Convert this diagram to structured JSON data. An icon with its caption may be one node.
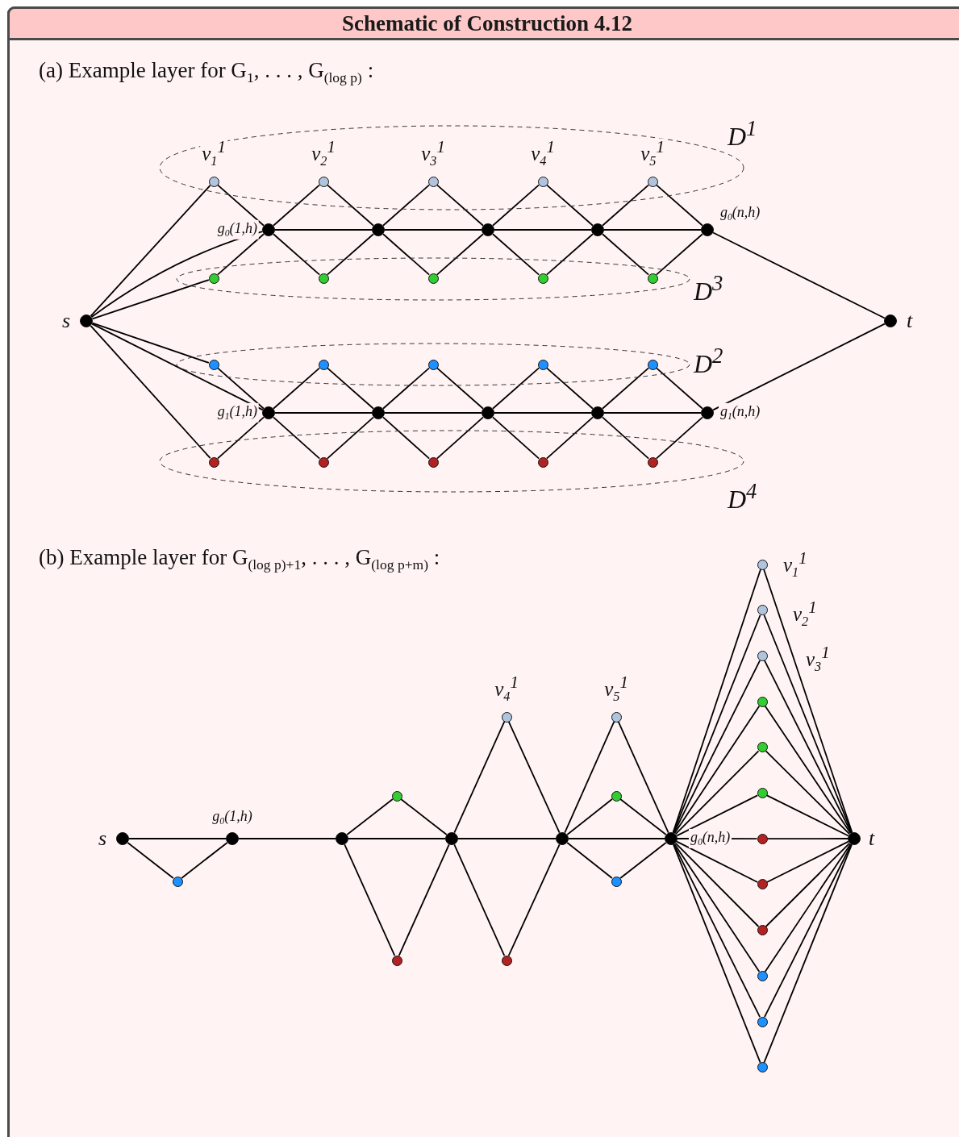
{
  "diagram": {
    "title": "Schematic of Construction 4.12",
    "nodes": [
      {
        "text": [
          "D$^{1}$"
        ]
      },
      {
        "text": [],
        "shape": "circle",
        "in": 0,
        "beside": [
          "v$_{1}$$^{1}$"
        ]
      },
      {
        "text": [],
        "shape": "circle",
        "in": 0,
        "beside": [
          "v$_{2}$$^{1}$"
        ]
      },
      {
        "text": [],
        "shape": "circle",
        "in": 0,
        "beside": [
          "v$_{3}$$^{1}$"
        ]
      },
      {
        "text": [],
        "shape": "circle",
        "in": 0,
        "beside": [
          "v$_{4}$$^{1}$"
        ]
      },
      {
        "text": [],
        "shape": "circle",
        "in": 0,
        "beside": [
          "v$_{5}$$^{1}$"
        ]
      },
      {
        "text": [],
        "shape": "circle",
        "beside": [
          "g$_{0}$(1,h)"
        ]
      },
      {
        "text": [],
        "shape": "circle"
      },
      {
        "text": [],
        "shape": "circle"
      },
      {
        "text": [],
        "shape": "circle"
      },
      {
        "text": [],
        "shape": "circle",
        "beside": [
          "g$_{0}$(n,h)"
        ]
      },
      {
        "text": [
          "D$^{3}$"
        ]
      },
      {
        "text": [],
        "shape": "circle",
        "in": 11
      },
      {
        "text": [],
        "shape": "circle",
        "in": 11
      },
      {
        "text": [],
        "shape": "circle",
        "in": 11
      },
      {
        "text": [],
        "shape": "circle",
        "in": 11
      },
      {
        "text": [],
        "shape": "circle",
        "in": 11
      },
      {
        "text": [],
        "shape": "circle",
        "beside": [
          "s"
        ]
      },
      {
        "text": [],
        "shape": "circle",
        "beside": [
          "t"
        ]
      },
      {
        "text": [
          "D$^{2}$"
        ]
      },
      {
        "text": [],
        "shape": "circle",
        "in": 19
      },
      {
        "text": [],
        "shape": "circle",
        "in": 19
      },
      {
        "text": [],
        "shape": "circle",
        "in": 19
      },
      {
        "text": [],
        "shape": "circle",
        "in": 19
      },
      {
        "text": [],
        "shape": "circle",
        "in": 19
      },
      {
        "text": [],
        "shape": "circle",
        "beside": [
          "g$_{1}$(1,h)"
        ]
      },
      {
        "text": [],
        "shape": "circle"
      },
      {
        "text": [],
        "shape": "circle"
      },
      {
        "text": [],
        "shape": "circle"
      },
      {
        "text": [],
        "shape": "circle",
        "beside": [
          "g$_{1}$(n,h)"
        ]
      },
      {
        "text": [
          "D$^{4}$"
        ]
      },
      {
        "text": [],
        "shape": "circle",
        "in": 30
      },
      {
        "text": [],
        "shape": "circle",
        "in": 30
      },
      {
        "text": [],
        "shape": "circle",
        "in": 30
      },
      {
        "text": [],
        "shape": "circle",
        "in": 30
      },
      {
        "text": [],
        "shape": "circle",
        "in": 30
      },
      {
        "text": [],
        "shape": "circle",
        "beside": [
          "s"
        ]
      },
      {
        "text": [],
        "shape": "circle"
      },
      {
        "text": [],
        "shape": "circle",
        "beside": [
          "g$_{0}$(1,h)"
        ]
      },
      {
        "text": [],
        "shape": "circle"
      },
      {
        "text": [],
        "shape": "circle"
      },
      {
        "text": [],
        "shape": "circle"
      },
      {
        "text": [],
        "shape": "circle"
      },
      {
        "text": [],
        "shape": "circle",
        "beside": [
          "v$_{4}$$^{1}$"
        ]
      },
      {
        "text": [],
        "shape": "circle"
      },
      {
        "text": [],
        "shape": "circle"
      },
      {
        "text": [],
        "shape": "circle",
        "beside": [
          "v$_{5}$$^{1}$"
        ]
      },
      {
        "text": [],
        "shape": "circle"
      },
      {
        "text": [],
        "shape": "circle"
      },
      {
        "text": [],
        "shape": "circle",
        "beside": [
          "g$_{0}$(n,h)"
        ]
      },
      {
        "text": [],
        "shape": "circle",
        "beside": [
          "v$_{1}$$^{1}$"
        ]
      },
      {
        "text": [],
        "shape": "circle",
        "beside": [
          "v$_{2}$$^{1}$"
        ]
      },
      {
        "text": [],
        "shape": "circle",
        "beside": [
          "v$_{3}$$^{1}$"
        ]
      },
      {
        "text": [],
        "shape": "circle"
      },
      {
        "text": [],
        "shape": "circle"
      },
      {
        "text": [],
        "shape": "circle"
      },
      {
        "text": [],
        "shape": "circle"
      },
      {
        "text": [],
        "shape": "circle"
      },
      {
        "text": [],
        "shape": "circle"
      },
      {
        "text": [],
        "shape": "circle"
      },
      {
        "text": [],
        "shape": "circle"
      },
      {
        "text": [],
        "shape": "circle"
      },
      {
        "text": [],
        "shape": "circle",
        "beside": [
          "t"
        ]
      }
    ],
    "edges": [
      {
        "from": 17,
        "to": 1,
        "arrow": "none"
      },
      {
        "from": 17,
        "to": 6,
        "arrow": "none"
      },
      {
        "from": 17,
        "to": 12,
        "arrow": "none"
      },
      {
        "from": 1,
        "to": 6,
        "arrow": "none"
      },
      {
        "from": 12,
        "to": 6,
        "arrow": "none"
      },
      {
        "from": 6,
        "to": 2,
        "arrow": "none"
      },
      {
        "from": 6,
        "to": 13,
        "arrow": "none"
      },
      {
        "from": 6,
        "to": 7,
        "arrow": "none"
      },
      {
        "from": 2,
        "to": 7,
        "arrow": "none"
      },
      {
        "from": 13,
        "to": 7,
        "arrow": "none"
      },
      {
        "from": 7,
        "to": 3,
        "arrow": "none"
      },
      {
        "from": 7,
        "to": 14,
        "arrow": "none"
      },
      {
        "from": 7,
        "to": 8,
        "arrow": "none"
      },
      {
        "from": 3,
        "to": 8,
        "arrow": "none"
      },
      {
        "from": 14,
        "to": 8,
        "arrow": "none"
      },
      {
        "from": 8,
        "to": 4,
        "arrow": "none"
      },
      {
        "from": 8,
        "to": 15,
        "arrow": "none"
      },
      {
        "from": 8,
        "to": 9,
        "arrow": "none"
      },
      {
        "from": 4,
        "to": 9,
        "arrow": "none"
      },
      {
        "from": 15,
        "to": 9,
        "arrow": "none"
      },
      {
        "from": 9,
        "to": 5,
        "arrow": "none"
      },
      {
        "from": 9,
        "to": 16,
        "arrow": "none"
      },
      {
        "from": 9,
        "to": 10,
        "arrow": "none"
      },
      {
        "from": 5,
        "to": 10,
        "arrow": "none"
      },
      {
        "from": 16,
        "to": 10,
        "arrow": "none"
      },
      {
        "from": 10,
        "to": 18,
        "arrow": "none"
      },
      {
        "from": 17,
        "to": 20,
        "arrow": "none"
      },
      {
        "from": 17,
        "to": 25,
        "arrow": "none"
      },
      {
        "from": 17,
        "to": 31,
        "arrow": "none"
      },
      {
        "from": 20,
        "to": 25,
        "arrow": "none"
      },
      {
        "from": 31,
        "to": 25,
        "arrow": "none"
      },
      {
        "from": 25,
        "to": 21,
        "arrow": "none"
      },
      {
        "from": 25,
        "to": 32,
        "arrow": "none"
      },
      {
        "from": 25,
        "to": 26,
        "arrow": "none"
      },
      {
        "from": 21,
        "to": 26,
        "arrow": "none"
      },
      {
        "from": 32,
        "to": 26,
        "arrow": "none"
      },
      {
        "from": 26,
        "to": 22,
        "arrow": "none"
      },
      {
        "from": 26,
        "to": 33,
        "arrow": "none"
      },
      {
        "from": 26,
        "to": 27,
        "arrow": "none"
      },
      {
        "from": 22,
        "to": 27,
        "arrow": "none"
      },
      {
        "from": 33,
        "to": 27,
        "arrow": "none"
      },
      {
        "from": 27,
        "to": 23,
        "arrow": "none"
      },
      {
        "from": 27,
        "to": 34,
        "arrow": "none"
      },
      {
        "from": 27,
        "to": 28,
        "arrow": "none"
      },
      {
        "from": 23,
        "to": 28,
        "arrow": "none"
      },
      {
        "from": 34,
        "to": 28,
        "arrow": "none"
      },
      {
        "from": 28,
        "to": 24,
        "arrow": "none"
      },
      {
        "from": 28,
        "to": 35,
        "arrow": "none"
      },
      {
        "from": 28,
        "to": 29,
        "arrow": "none"
      },
      {
        "from": 24,
        "to": 29,
        "arrow": "none"
      },
      {
        "from": 35,
        "to": 29,
        "arrow": "none"
      },
      {
        "from": 29,
        "to": 18,
        "arrow": "none"
      },
      {
        "from": 36,
        "to": 38,
        "arrow": "none"
      },
      {
        "from": 36,
        "to": 37,
        "arrow": "none"
      },
      {
        "from": 37,
        "to": 38,
        "arrow": "none"
      },
      {
        "from": 38,
        "to": 39,
        "arrow": "none"
      },
      {
        "from": 39,
        "to": 40,
        "arrow": "none"
      },
      {
        "from": 40,
        "to": 42,
        "arrow": "none"
      },
      {
        "from": 39,
        "to": 41,
        "arrow": "none"
      },
      {
        "from": 41,
        "to": 42,
        "arrow": "none"
      },
      {
        "from": 39,
        "to": 42,
        "arrow": "none"
      },
      {
        "from": 42,
        "to": 43,
        "arrow": "none"
      },
      {
        "from": 43,
        "to": 45,
        "arrow": "none"
      },
      {
        "from": 42,
        "to": 44,
        "arrow": "none"
      },
      {
        "from": 44,
        "to": 45,
        "arrow": "none"
      },
      {
        "from": 42,
        "to": 45,
        "arrow": "none"
      },
      {
        "from": 45,
        "to": 46,
        "arrow": "none"
      },
      {
        "from": 46,
        "to": 49,
        "arrow": "none"
      },
      {
        "from": 45,
        "to": 47,
        "arrow": "none"
      },
      {
        "from": 47,
        "to": 49,
        "arrow": "none"
      },
      {
        "from": 45,
        "to": 48,
        "arrow": "none"
      },
      {
        "from": 48,
        "to": 49,
        "arrow": "none"
      },
      {
        "from": 45,
        "to": 49,
        "arrow": "none"
      },
      {
        "from": 49,
        "to": 50,
        "arrow": "none"
      },
      {
        "from": 50,
        "to": 62,
        "arrow": "none"
      },
      {
        "from": 49,
        "to": 51,
        "arrow": "none"
      },
      {
        "from": 51,
        "to": 62,
        "arrow": "none"
      },
      {
        "from": 49,
        "to": 52,
        "arrow": "none"
      },
      {
        "from": 52,
        "to": 62,
        "arrow": "none"
      },
      {
        "from": 49,
        "to": 53,
        "arrow": "none"
      },
      {
        "from": 53,
        "to": 62,
        "arrow": "none"
      },
      {
        "from": 49,
        "to": 54,
        "arrow": "none"
      },
      {
        "from": 54,
        "to": 62,
        "arrow": "none"
      },
      {
        "from": 49,
        "to": 55,
        "arrow": "none"
      },
      {
        "from": 55,
        "to": 62,
        "arrow": "none"
      },
      {
        "from": 49,
        "to": 56,
        "arrow": "none"
      },
      {
        "from": 56,
        "to": 62,
        "arrow": "none"
      },
      {
        "from": 49,
        "to": 57,
        "arrow": "none"
      },
      {
        "from": 57,
        "to": 62,
        "arrow": "none"
      },
      {
        "from": 49,
        "to": 58,
        "arrow": "none"
      },
      {
        "from": 58,
        "to": 62,
        "arrow": "none"
      },
      {
        "from": 49,
        "to": 59,
        "arrow": "none"
      },
      {
        "from": 59,
        "to": 62,
        "arrow": "none"
      },
      {
        "from": 49,
        "to": 60,
        "arrow": "none"
      },
      {
        "from": 60,
        "to": 62,
        "arrow": "none"
      },
      {
        "from": 49,
        "to": 61,
        "arrow": "none"
      },
      {
        "from": 61,
        "to": 62,
        "arrow": "none"
      }
    ],
    "labels": [
      "(a) Example layer for G$_{1}$, . . . , G$_{(log p)}$ :",
      "(b) Example layer for G$_{(log p)+1}$, . . . , G$_{(log p+m)}$ :"
    ]
  }
}
